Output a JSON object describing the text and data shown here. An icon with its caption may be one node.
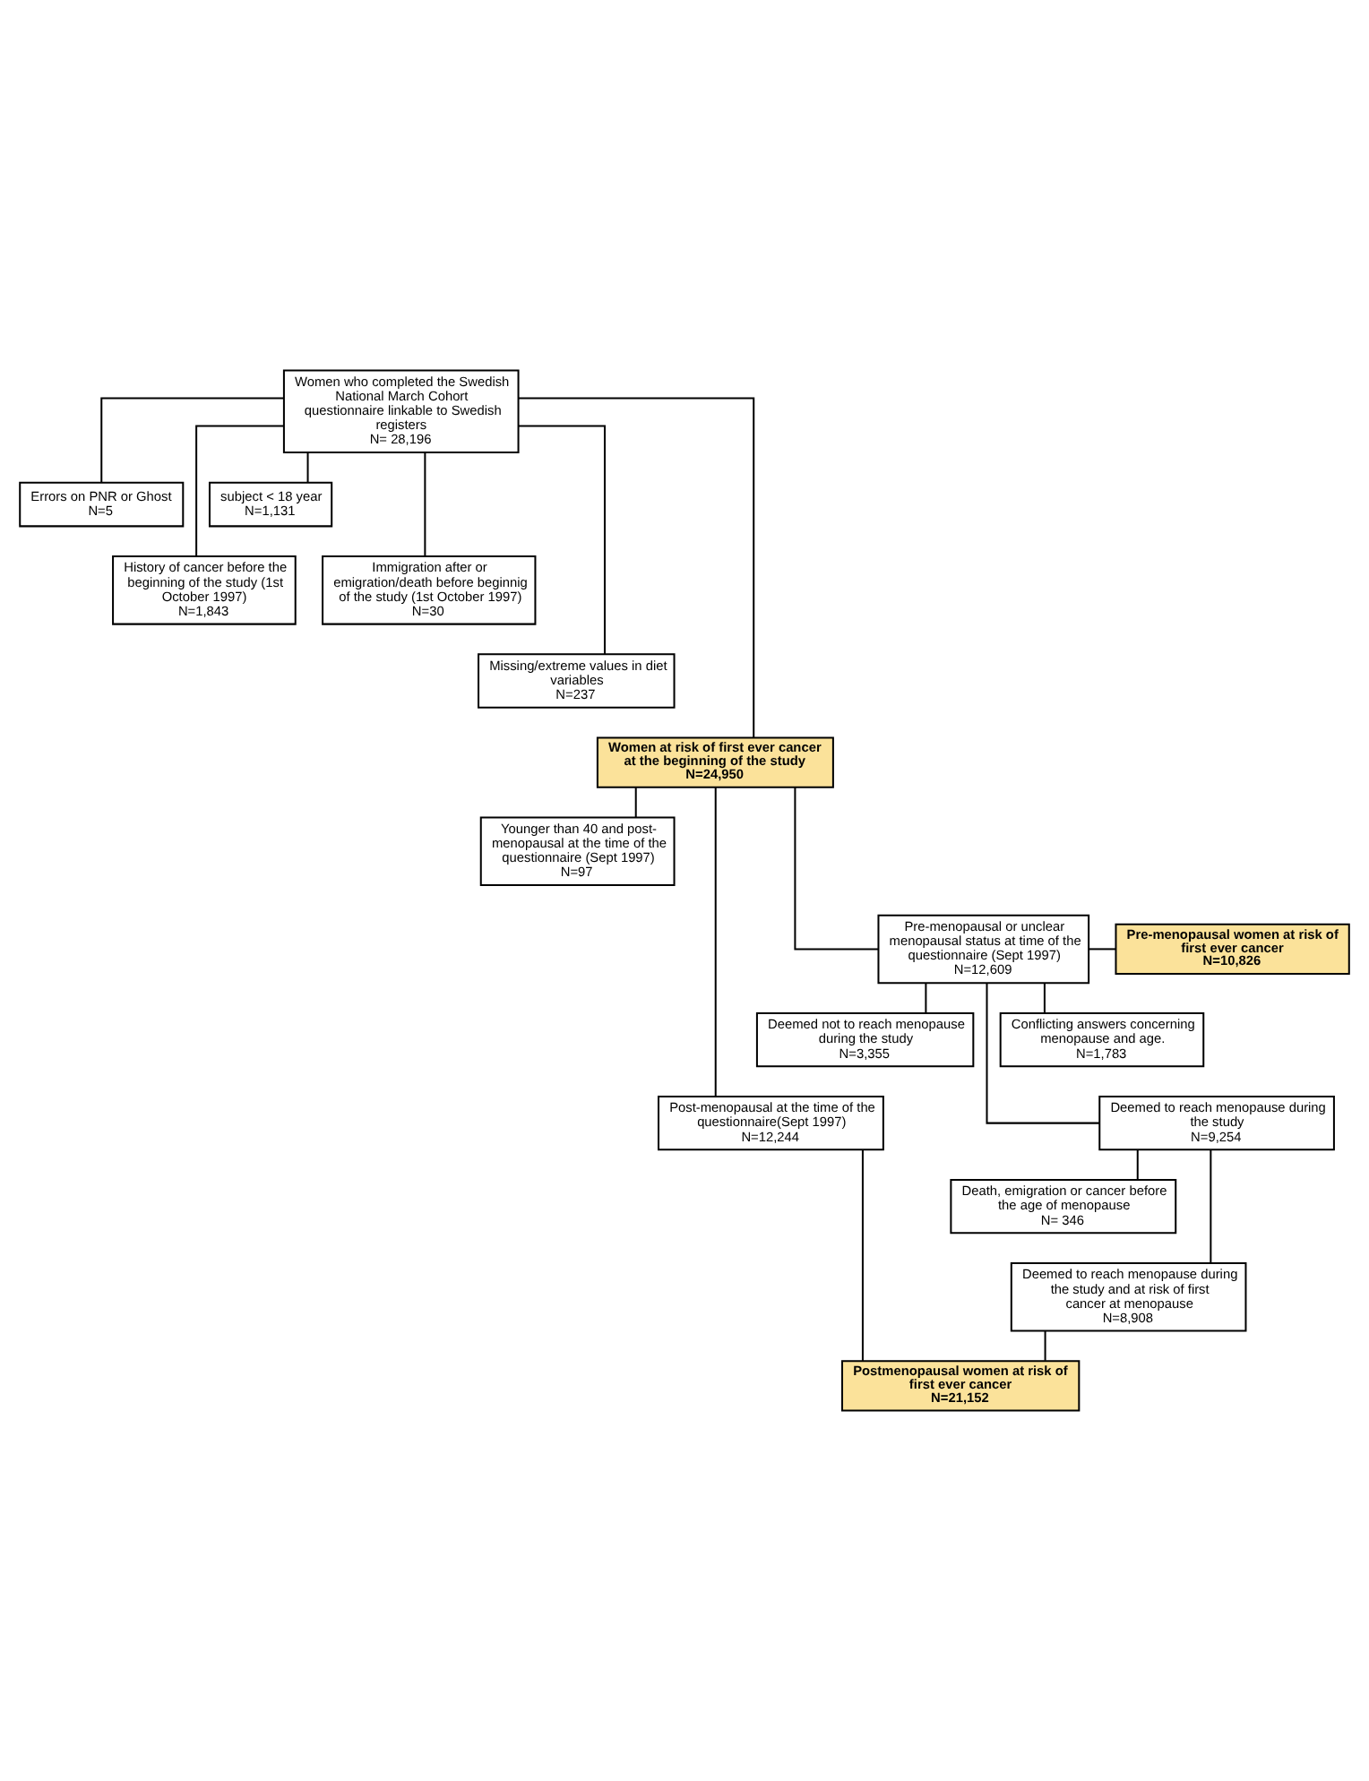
{
  "diagram": {
    "nodes": [
      {
        "text": [
          "Women who completed the Swedish National March Cohort questionnaire linkable to Swedish registers",
          "N= 28,196"
        ]
      },
      {
        "text": [
          "Errors on PNR or Ghost",
          "N=5"
        ]
      },
      {
        "text": [
          "subject < 18 year",
          "N=1,131"
        ]
      },
      {
        "text": [
          "History of cancer before the beginning of the study (1st October 1997)",
          "N=1,843"
        ]
      },
      {
        "text": [
          "Immigration after or emigration/death before beginnig of the study (1st October 1997)",
          "N=30"
        ]
      },
      {
        "text": [
          "Missing/extreme values in diet variables",
          "N=237"
        ]
      },
      {
        "text": [
          "Women at risk of first ever cancer at the beginning of the study",
          "N=24,950"
        ]
      },
      {
        "text": [
          "Younger than 40 and post-menopausal at the time of the questionnaire (Sept 1997)",
          "N=97"
        ]
      },
      {
        "text": [
          "Post-menopausal at the time of the questionnaire(Sept 1997)",
          "N=12,244"
        ]
      },
      {
        "text": [
          "Pre-menopausal or unclear menopausal status at time of the questionnaire (Sept 1997)",
          "N=12,609"
        ]
      },
      {
        "text": [
          "Pre-menopausal women at risk of first ever cancer",
          "N=10,826"
        ]
      },
      {
        "text": [
          "Deemed not to reach menopause during the study",
          "N=3,355"
        ]
      },
      {
        "text": [
          "Conflicting answers concerning menopause and age.",
          "N=1,783"
        ]
      },
      {
        "text": [
          "Deemed to reach menopause during the study",
          "N=9,254"
        ]
      },
      {
        "text": [
          "Death, emigration or cancer before the age of menopause",
          "N= 346"
        ]
      },
      {
        "text": [
          "Deemed to reach menopause during the study and at risk of first cancer at menopause",
          "N=8,908"
        ]
      },
      {
        "text": [
          "Postmenopausal women at risk of first ever cancer",
          "N=21,152"
        ]
      }
    ],
    "edges": [
      {
        "from": 0,
        "to": 1,
        "arrow": "none"
      },
      {
        "from": 0,
        "to": 2,
        "arrow": "none"
      },
      {
        "from": 0,
        "to": 3,
        "arrow": "none"
      },
      {
        "from": 0,
        "to": 4,
        "arrow": "none"
      },
      {
        "from": 0,
        "to": 5,
        "arrow": "none"
      },
      {
        "from": 0,
        "to": 6,
        "arrow": "none"
      },
      {
        "from": 6,
        "to": 7,
        "arrow": "none"
      },
      {
        "from": 6,
        "to": 8,
        "arrow": "none"
      },
      {
        "from": 6,
        "to": 9,
        "arrow": "none"
      },
      {
        "from": 9,
        "to": 10,
        "arrow": "none"
      },
      {
        "from": 9,
        "to": 12,
        "arrow": "none"
      },
      {
        "from": 9,
        "to": 11,
        "arrow": "none"
      },
      {
        "from": 9,
        "to": 13,
        "arrow": "none"
      },
      {
        "from": 13,
        "to": 14,
        "arrow": "none"
      },
      {
        "from": 13,
        "to": 15,
        "arrow": "none"
      },
      {
        "from": 8,
        "to": 16,
        "arrow": "none"
      },
      {
        "from": 15,
        "to": 16,
        "arrow": "none"
      }
    ]
  }
}
